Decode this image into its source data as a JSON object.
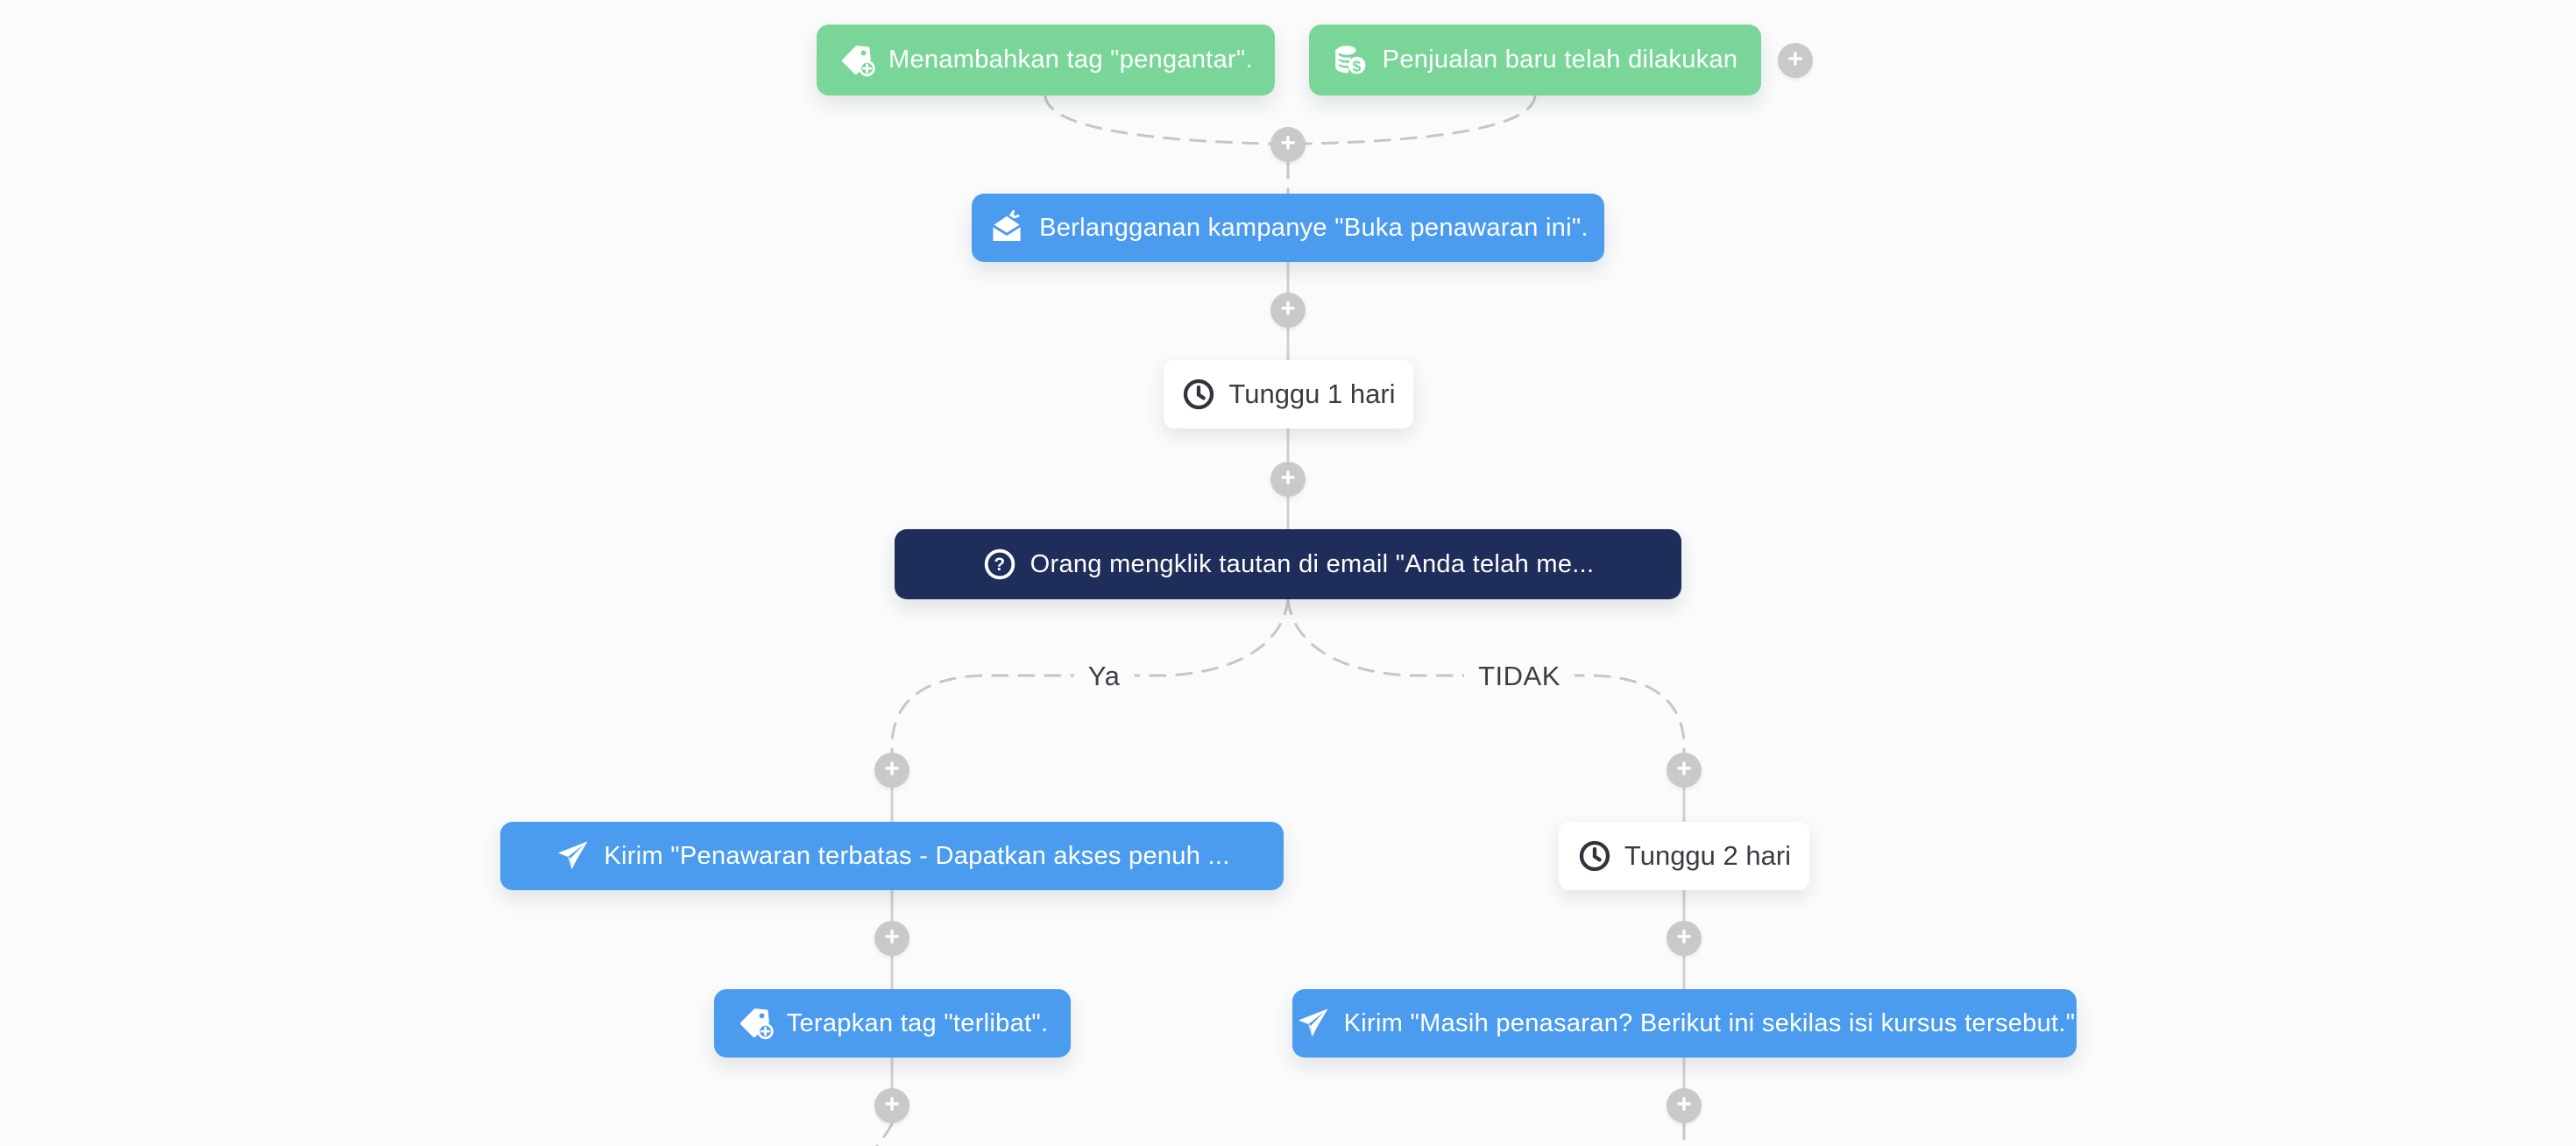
{
  "app": {
    "view": "automation-flow-builder"
  },
  "colors": {
    "background": "#fbfbfb",
    "trigger_green": "#79d698",
    "action_blue": "#4b9cee",
    "condition_navy": "#1f2d5a",
    "connector_gray": "#c6c6c6",
    "card_text": "#3b3b44"
  },
  "nodes": {
    "trigger_tag": {
      "label": "Menambahkan tag \"pengantar\".",
      "icon": "tag-add-icon",
      "type": "trigger"
    },
    "trigger_sale": {
      "label": "Penjualan baru telah dilakukan",
      "icon": "coins-icon",
      "type": "trigger"
    },
    "subscribe_campaign": {
      "label": "Berlangganan kampanye \"Buka penawaran ini\".",
      "icon": "campaign-email-icon",
      "type": "action"
    },
    "wait_1": {
      "label": "Tunggu 1 hari",
      "icon": "clock-icon",
      "type": "wait"
    },
    "condition_click": {
      "label": "Orang mengklik tautan di email \"Anda telah me...",
      "icon": "question-circle-icon",
      "type": "condition"
    },
    "send_offer": {
      "label": "Kirim \"Penawaran terbatas - Dapatkan akses penuh ...",
      "icon": "paper-plane-icon",
      "type": "action"
    },
    "wait_2": {
      "label": "Tunggu 2 hari",
      "icon": "clock-icon",
      "type": "wait"
    },
    "apply_tag": {
      "label": "Terapkan tag \"terlibat\".",
      "icon": "tag-add-icon",
      "type": "action"
    },
    "send_reminder": {
      "label": "Kirim \"Masih penasaran? Berikut ini sekilas isi kursus tersebut.\"",
      "icon": "paper-plane-icon",
      "type": "action"
    }
  },
  "branch_labels": {
    "yes": "Ya",
    "no": "TIDAK"
  },
  "plus_button": {
    "symbol": "+"
  }
}
